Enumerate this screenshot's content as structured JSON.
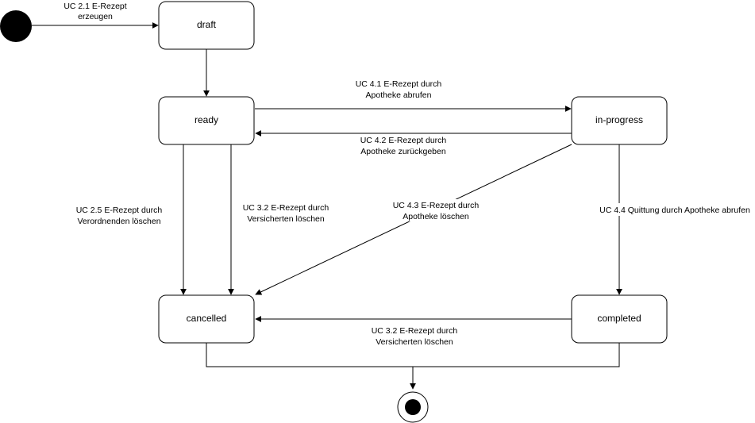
{
  "states": {
    "draft": {
      "label": "draft"
    },
    "ready": {
      "label": "ready"
    },
    "in_progress": {
      "label": "in-progress"
    },
    "cancelled": {
      "label": "cancelled"
    },
    "completed": {
      "label": "completed"
    }
  },
  "transitions": {
    "create": {
      "line1": "UC 2.1 E-Rezept",
      "line2": "erzeugen"
    },
    "fetch_pharmacy": {
      "line1": "UC 4.1 E-Rezept durch",
      "line2": "Apotheke abrufen"
    },
    "return_pharmacy": {
      "line1": "UC 4.2 E-Rezept durch",
      "line2": "Apotheke zurückgeben"
    },
    "delete_prescriber": {
      "line1": "UC 2.5 E-Rezept durch",
      "line2": "Verordnenden löschen"
    },
    "delete_insured_ready": {
      "line1": "UC 3.2 E-Rezept durch",
      "line2": "Versicherten löschen"
    },
    "delete_pharmacy": {
      "line1": "UC 4.3 E-Rezept durch",
      "line2": "Apotheke löschen"
    },
    "receipt_pharmacy": {
      "line1": "UC 4.4 Quittung durch Apotheke abrufen"
    },
    "delete_insured_completed": {
      "line1": "UC 3.2 E-Rezept durch",
      "line2": "Versicherten löschen"
    }
  }
}
